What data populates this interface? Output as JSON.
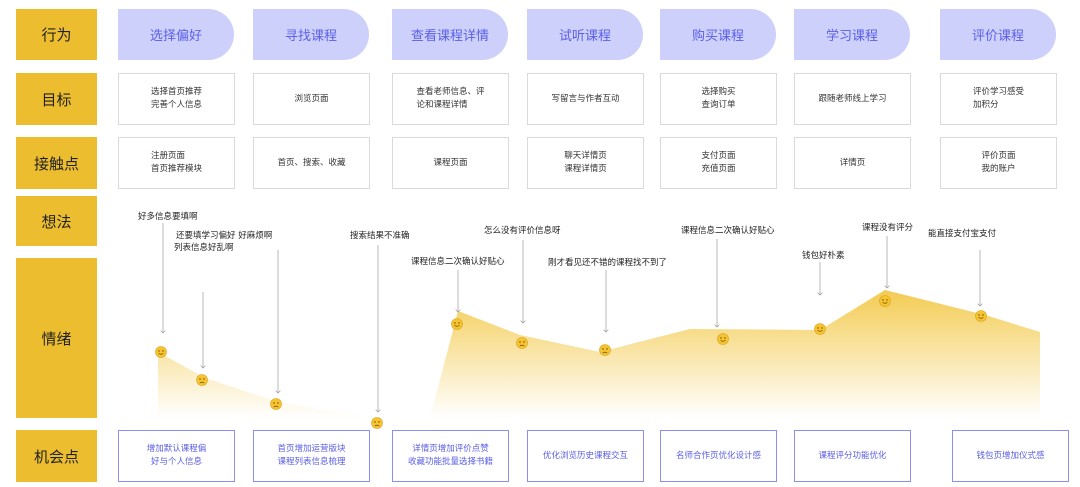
{
  "row_labels": {
    "behavior": "行为",
    "goal": "目标",
    "touchpoint": "接触点",
    "thoughts": "想法",
    "emotion": "情绪",
    "opportunity": "机会点"
  },
  "stages": [
    {
      "label": "选择偏好",
      "goal": "选择首页推荐\n完善个人信息",
      "touchpoint": "注册页面\n首页推荐模块"
    },
    {
      "label": "寻找课程",
      "goal": "浏览页面",
      "touchpoint": "首页、搜索、收藏"
    },
    {
      "label": "查看课程详情",
      "goal": "查看老师信息、评\n论和课程详情",
      "touchpoint": "课程页面"
    },
    {
      "label": "试听课程",
      "goal": "写留言与作者互动",
      "touchpoint": "聊天详情页\n课程详情页"
    },
    {
      "label": "购买课程",
      "goal": "选择购买\n查询订单",
      "touchpoint": "支付页面\n充值页面"
    },
    {
      "label": "学习课程",
      "goal": "跟随老师线上学习",
      "touchpoint": "详情页"
    },
    {
      "label": "评价课程",
      "goal": "评价学习感受\n加积分",
      "touchpoint": "评价页面\n我的账户"
    }
  ],
  "thoughts": [
    {
      "text": "好多信息要填啊"
    },
    {
      "text": "还要填学习偏好 好麻烦啊"
    },
    {
      "text": "列表信息好乱啊"
    },
    {
      "text": "搜索结果不准确"
    },
    {
      "text": "怎么没有评价信息呀"
    },
    {
      "text": "课程信息二次确认好贴心"
    },
    {
      "text": "刚才看见还不错的课程找不到了"
    },
    {
      "text": "课程信息二次确认好贴心"
    },
    {
      "text": "钱包好朴素"
    },
    {
      "text": "课程没有评分"
    },
    {
      "text": "能直接支付宝支付"
    }
  ],
  "opportunities": [
    "增加默认课程偏\n好与个人信息",
    "首页增加运营版块\n课程列表信息梳理",
    "详情页增加评价点赞\n收藏功能批量选择书籍",
    "优化浏览历史课程交互",
    "名师合作页优化设计感",
    "课程评分功能优化",
    "钱包页增加仪式感"
  ],
  "colors": {
    "label_bg": "#ECBE2F",
    "stage_bg": "#CCD0FA",
    "stage_text": "#5C60E8",
    "opportunity_border": "#8C8FF1",
    "emotion_fill": "#F3C94A"
  }
}
